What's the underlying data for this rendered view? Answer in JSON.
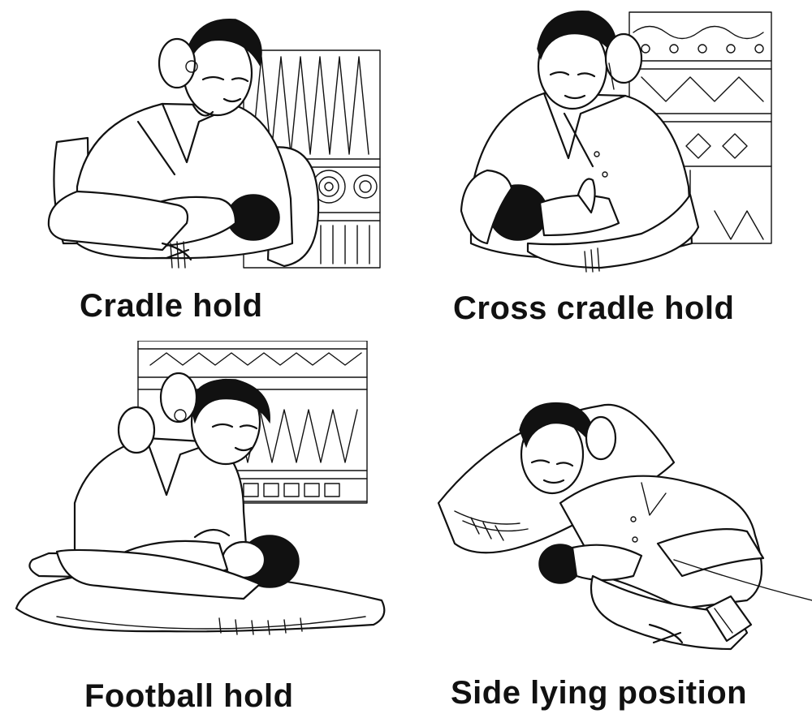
{
  "panels": [
    {
      "caption": "Cradle hold"
    },
    {
      "caption": "Cross cradle hold"
    },
    {
      "caption": "Football hold"
    },
    {
      "caption": "Side lying position"
    }
  ],
  "colors": {
    "ink": "#111111",
    "background": "#ffffff"
  }
}
